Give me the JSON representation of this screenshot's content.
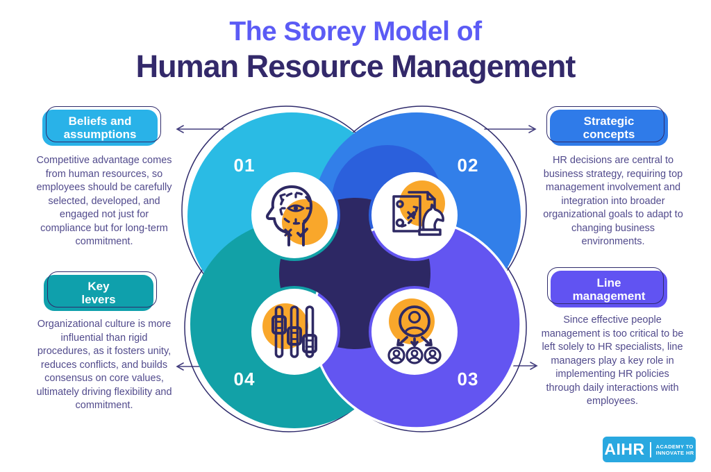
{
  "title": {
    "line1": "The Storey Model of",
    "line2": "Human Resource Management"
  },
  "sections": [
    {
      "number": "01",
      "label": "Beliefs and\nassumptions",
      "description": "Competitive advantage comes from human resources, so employees should be carefully selected, developed, and engaged not just for compliance but for long-term commitment.",
      "icon": "head-perception-icon",
      "colors": {
        "box": "#29B2E8",
        "circle": "#2ABBE4"
      }
    },
    {
      "number": "02",
      "label": "Strategic\nconcepts",
      "description": "HR decisions are central to business strategy, requiring top management involvement and integration into broader organizational goals to adapt to changing business environments.",
      "icon": "strategy-chess-icon",
      "colors": {
        "box": "#2F7BE9",
        "circle": "#327FE9",
        "inner_disc": "#2B60DC"
      }
    },
    {
      "number": "03",
      "label": "Line\nmanagement",
      "description": "Since effective people management is too critical to be left solely to HR specialists, line managers play a key role in implementing HR policies through daily interactions with employees.",
      "icon": "delegation-people-icon",
      "colors": {
        "box": "#6153F2",
        "circle": "#6355F1"
      }
    },
    {
      "number": "04",
      "label": "Key\nlevers",
      "description": "Organizational culture is more influential than rigid procedures, as it fosters unity, reduces conflicts, and builds consensus on core values, ultimately driving flexibility and commitment.",
      "icon": "sliders-levers-icon",
      "colors": {
        "box": "#0FA0AC",
        "circle": "#12A1A7"
      }
    }
  ],
  "center": {
    "color": "#2D2864",
    "accent": "#F9A72B",
    "icon_stroke": "#2E2963"
  },
  "logo": {
    "brand": "AIHR",
    "tagline_line1": "ACADEMY TO",
    "tagline_line2": "INNOVATE HR",
    "bg": "#29A8E0"
  }
}
